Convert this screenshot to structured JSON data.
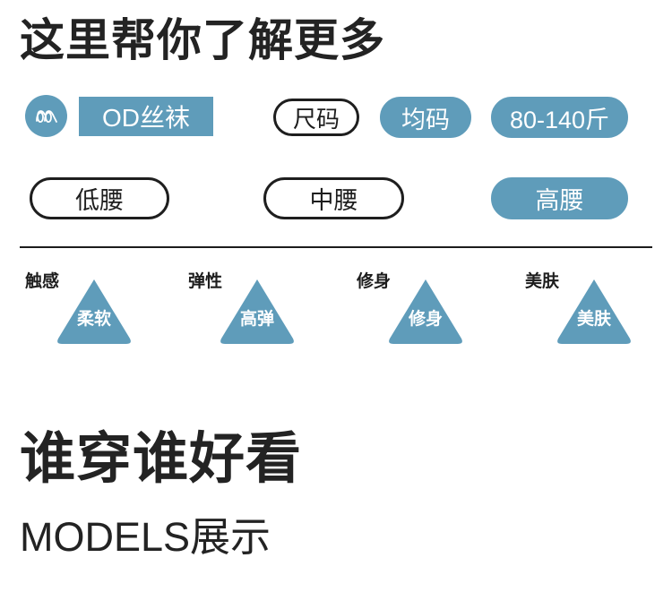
{
  "page": {
    "title": "这里帮你了解更多",
    "background_color": "#ffffff",
    "accent_color": "#5f9cba",
    "text_color": "#232323"
  },
  "attributes": {
    "row1": {
      "logo_icon": "wave-yarn-icon",
      "brand_label": "OD丝袜",
      "size_label": "尺码",
      "size_value": "均码",
      "weight_range": "80-140斤"
    },
    "row2": {
      "waist_options": [
        {
          "label": "低腰",
          "selected": false
        },
        {
          "label": "中腰",
          "selected": false
        },
        {
          "label": "高腰",
          "selected": true
        }
      ]
    }
  },
  "features": [
    {
      "tag": "触感",
      "word": "柔软",
      "icon": "triangle-icon"
    },
    {
      "tag": "弹性",
      "word": "高弹",
      "icon": "triangle-icon"
    },
    {
      "tag": "修身",
      "word": "修身",
      "icon": "triangle-icon"
    },
    {
      "tag": "美肤",
      "word": "美肤",
      "icon": "triangle-icon"
    }
  ],
  "models": {
    "heading": "谁穿谁好看",
    "subheading": "MODELS展示"
  }
}
